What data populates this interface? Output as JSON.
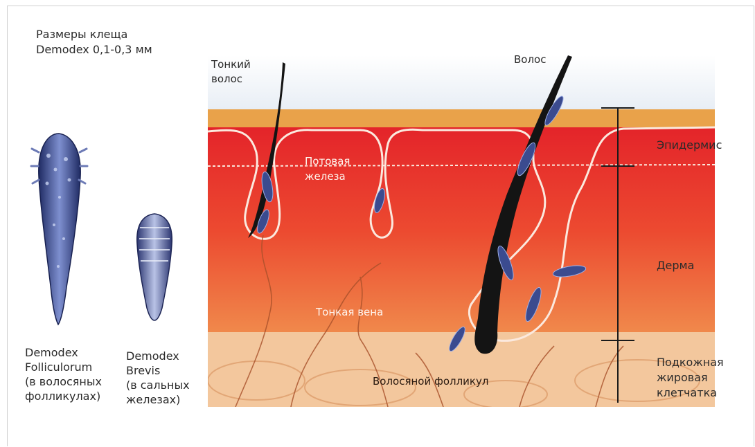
{
  "header": {
    "size_note_line1": "Размеры клеща",
    "size_note_line2": "Demodex 0,1-0,3 мм"
  },
  "mites": [
    {
      "name_line1": "Demodex",
      "name_line2": "Folliculorum",
      "where_line1": "(в волосяных",
      "where_line2": "фолликулах)"
    },
    {
      "name_line1": "Demodex",
      "name_line2": "Brevis",
      "where_line1": "(в сальных",
      "where_line2": "железах)"
    }
  ],
  "skin_labels": {
    "thin_hair_line1": "Тонкий",
    "thin_hair_line2": "волос",
    "hair": "Волос",
    "sweat_gland_line1": "Потовая",
    "sweat_gland_line2": "железа",
    "thin_vein": "Тонкая вена",
    "hair_follicle": "Волосяной фолликул"
  },
  "layers": [
    {
      "label_line1": "Эпидермис"
    },
    {
      "label_line1": "Дерма"
    },
    {
      "label_line1": "Подкожная",
      "label_line2": "жировая",
      "label_line3": "клетчатка"
    }
  ],
  "colors": {
    "epidermis": "#e4242a",
    "dermis": "#ec5236",
    "subcutaneous": "#f3c79d",
    "sky": "#eef3f8",
    "mite": "#3b4b8f",
    "hair": "#141414"
  }
}
